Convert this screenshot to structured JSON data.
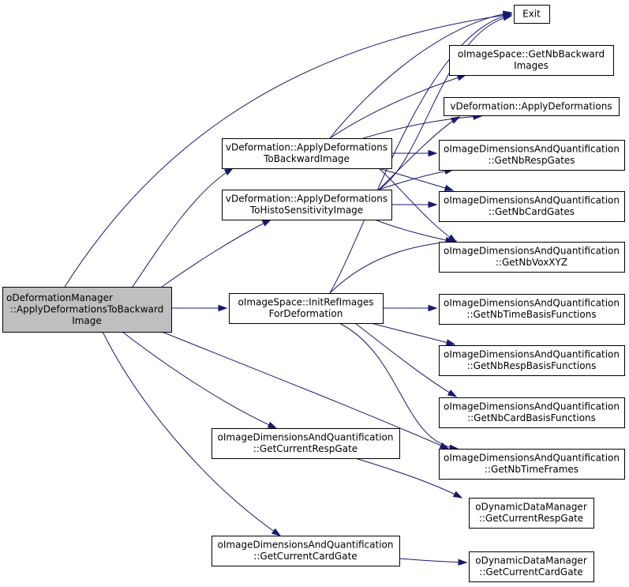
{
  "colors": {
    "edge": "#191970",
    "node_fill": "#ffffff",
    "root_fill": "#bfbfbf",
    "border": "#000000"
  },
  "nodes": [
    {
      "id": "root",
      "lines": [
        "oDeformationManager",
        "::ApplyDeformationsToBackward",
        "Image"
      ],
      "root": true,
      "align": "start"
    },
    {
      "id": "vDefBwd",
      "lines": [
        "vDeformation::ApplyDeformations",
        "ToBackwardImage"
      ]
    },
    {
      "id": "vDefHisto",
      "lines": [
        "vDeformation::ApplyDeformations",
        "ToHistoSensitivityImage"
      ]
    },
    {
      "id": "initRef",
      "lines": [
        "oImageSpace::InitRefImages",
        "ForDeformation"
      ]
    },
    {
      "id": "curResp",
      "lines": [
        "oImageDimensionsAndQuantification",
        "::GetCurrentRespGate"
      ]
    },
    {
      "id": "curCard",
      "lines": [
        "oImageDimensionsAndQuantification",
        "::GetCurrentCardGate"
      ]
    },
    {
      "id": "exit",
      "lines": [
        "Exit"
      ]
    },
    {
      "id": "nbBwd",
      "lines": [
        "oImageSpace::GetNbBackward",
        "Images"
      ]
    },
    {
      "id": "applyDef",
      "lines": [
        "vDeformation::ApplyDeformations"
      ]
    },
    {
      "id": "nbResp",
      "lines": [
        "oImageDimensionsAndQuantification",
        "::GetNbRespGates"
      ]
    },
    {
      "id": "nbCard",
      "lines": [
        "oImageDimensionsAndQuantification",
        "::GetNbCardGates"
      ]
    },
    {
      "id": "nbVox",
      "lines": [
        "oImageDimensionsAndQuantification",
        "::GetNbVoxXYZ"
      ]
    },
    {
      "id": "nbTimeBasis",
      "lines": [
        "oImageDimensionsAndQuantification",
        "::GetNbTimeBasisFunctions"
      ]
    },
    {
      "id": "nbRespBasis",
      "lines": [
        "oImageDimensionsAndQuantification",
        "::GetNbRespBasisFunctions"
      ]
    },
    {
      "id": "nbCardBasis",
      "lines": [
        "oImageDimensionsAndQuantification",
        "::GetNbCardBasisFunctions"
      ]
    },
    {
      "id": "nbTimeFrames",
      "lines": [
        "oImageDimensionsAndQuantification",
        "::GetNbTimeFrames"
      ]
    },
    {
      "id": "dynResp",
      "lines": [
        "oDynamicDataManager",
        "::GetCurrentRespGate"
      ]
    },
    {
      "id": "dynCard",
      "lines": [
        "oDynamicDataManager",
        "::GetCurrentCardGate"
      ]
    }
  ],
  "edges": [
    {
      "from": "root",
      "to": "exit"
    },
    {
      "from": "root",
      "to": "vDefBwd"
    },
    {
      "from": "root",
      "to": "vDefHisto"
    },
    {
      "from": "root",
      "to": "initRef"
    },
    {
      "from": "root",
      "to": "curResp"
    },
    {
      "from": "root",
      "to": "curCard"
    },
    {
      "from": "root",
      "to": "nbTimeFrames"
    },
    {
      "from": "vDefBwd",
      "to": "exit"
    },
    {
      "from": "vDefBwd",
      "to": "nbBwd"
    },
    {
      "from": "vDefBwd",
      "to": "applyDef"
    },
    {
      "from": "vDefBwd",
      "to": "nbResp"
    },
    {
      "from": "vDefBwd",
      "to": "nbCard"
    },
    {
      "from": "vDefBwd",
      "to": "nbVox"
    },
    {
      "from": "vDefHisto",
      "to": "exit"
    },
    {
      "from": "vDefHisto",
      "to": "applyDef"
    },
    {
      "from": "vDefHisto",
      "to": "nbResp"
    },
    {
      "from": "vDefHisto",
      "to": "nbCard"
    },
    {
      "from": "vDefHisto",
      "to": "nbVox"
    },
    {
      "from": "initRef",
      "to": "exit"
    },
    {
      "from": "initRef",
      "to": "nbVox"
    },
    {
      "from": "initRef",
      "to": "nbTimeBasis"
    },
    {
      "from": "initRef",
      "to": "nbRespBasis"
    },
    {
      "from": "initRef",
      "to": "nbCardBasis"
    },
    {
      "from": "initRef",
      "to": "nbTimeFrames"
    },
    {
      "from": "curResp",
      "to": "dynResp"
    },
    {
      "from": "curCard",
      "to": "dynCard"
    }
  ]
}
